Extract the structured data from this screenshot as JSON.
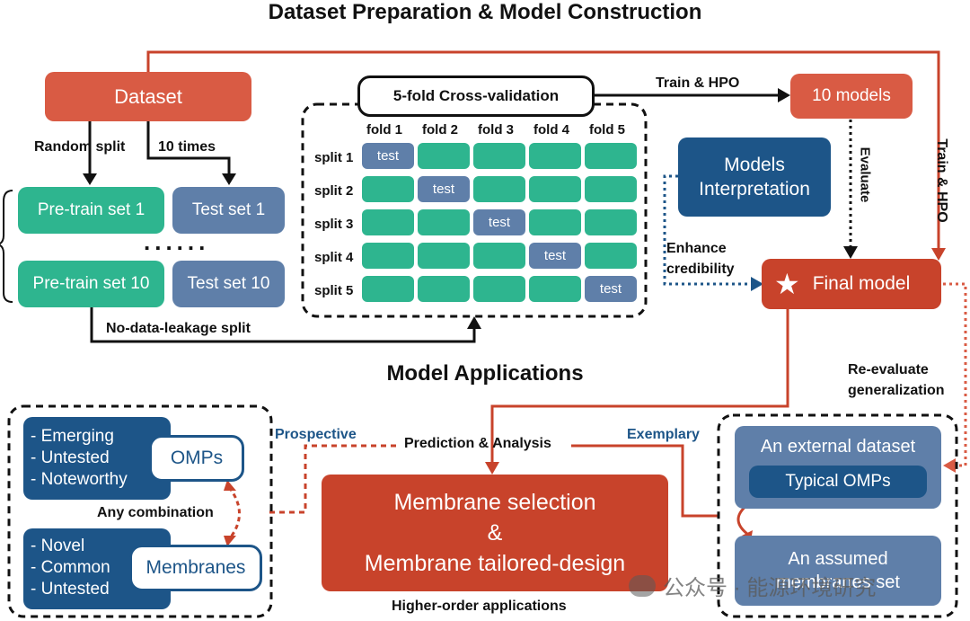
{
  "titles": {
    "top": "Dataset Preparation & Model Construction",
    "applications": "Model Applications"
  },
  "nodes": {
    "dataset": "Dataset",
    "cross_validation": "5-fold Cross-validation",
    "ten_models": "10 models",
    "models_interpretation_1": "Models",
    "models_interpretation_2": "Interpretation",
    "final_model": "Final model",
    "pretrain_1": "Pre-train set 1",
    "test_1": "Test set 1",
    "pretrain_10": "Pre-train set 10",
    "test_10": "Test set 10",
    "ellipsis": "......",
    "omps": "OMPs",
    "membranes": "Membranes",
    "membrane_selection_1": "Membrane selection",
    "membrane_selection_2": "&",
    "membrane_selection_3": "Membrane tailored-design",
    "external_dataset": "An external dataset",
    "typical_omps": "Typical OMPs",
    "assumed_1": "An assumed",
    "assumed_2": "membranes set"
  },
  "labels": {
    "random_split": "Random split",
    "ten_times": "10 times",
    "no_leakage": "No-data-leakage split",
    "train_hpo_1": "Train & HPO",
    "train_hpo_2": "Train & HPO",
    "evaluate": "Evaluate",
    "enhance_1": "Enhance",
    "enhance_2": "credibility",
    "reevaluate_1": "Re-evaluate",
    "reevaluate_2": "generalization",
    "prospective": "Prospective",
    "prediction": "Prediction & Analysis",
    "exemplary": "Exemplary",
    "any_combination": "Any combination",
    "higher_order": "Higher-order applications"
  },
  "omps_list": [
    "- Emerging",
    "- Untested",
    "- Noteworthy"
  ],
  "membranes_list": [
    "- Novel",
    "- Common",
    "- Untested"
  ],
  "cv_grid": {
    "folds": [
      "fold 1",
      "fold 2",
      "fold 3",
      "fold 4",
      "fold 5"
    ],
    "splits": [
      "split 1",
      "split 2",
      "split 3",
      "split 4",
      "split 5"
    ],
    "test_label": "test"
  },
  "watermark": "公众号 · 能源环境研究",
  "colors": {
    "red": "#d95b44",
    "dark_red": "#c8432b",
    "green": "#2eb58f",
    "slate": "#5f7fa9",
    "navy": "#1d5588"
  }
}
